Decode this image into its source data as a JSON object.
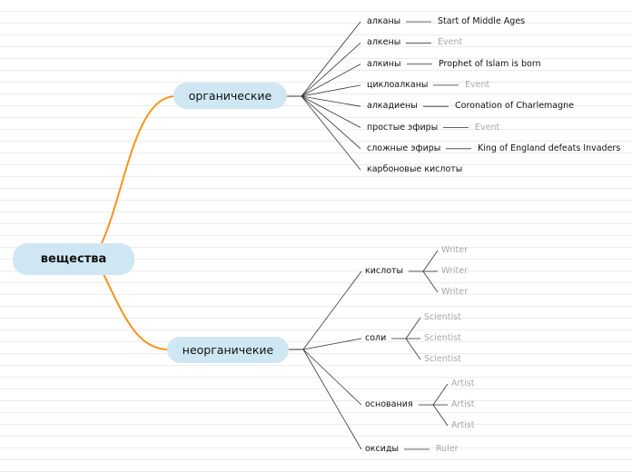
{
  "root": {
    "label": "вещества"
  },
  "organic": {
    "label": "органические",
    "items": [
      {
        "label": "алканы",
        "event": "Start of Middle Ages",
        "event_muted": false
      },
      {
        "label": "алкены",
        "event": "Event",
        "event_muted": true
      },
      {
        "label": "алкины",
        "event": "Prophet of Islam is born",
        "event_muted": false
      },
      {
        "label": "циклоалканы",
        "event": "Event",
        "event_muted": true
      },
      {
        "label": "алкадиены",
        "event": "Coronation of Charlemagne",
        "event_muted": false
      },
      {
        "label": "простые эфиры",
        "event": "Event",
        "event_muted": true
      },
      {
        "label": "сложные эфиры",
        "event": "King of England defeats Invaders",
        "event_muted": false
      },
      {
        "label": "карбоновые кислоты",
        "event": "",
        "event_muted": false
      }
    ]
  },
  "inorganic": {
    "label": "неорганичекие",
    "items": [
      {
        "label": "кислоты",
        "children": [
          "Writer",
          "Writer",
          "Writer"
        ]
      },
      {
        "label": "соли",
        "children": [
          "Scientist",
          "Scientist",
          "Scientist"
        ]
      },
      {
        "label": "основания",
        "children": [
          "Artist",
          "Artist",
          "Artist"
        ]
      },
      {
        "label": "оксиды",
        "children": [
          "Ruler"
        ]
      }
    ]
  },
  "colors": {
    "branch": "#f7941d",
    "line": "#333333",
    "pill": "#cfe7f2",
    "muted": "#a8a8a8"
  }
}
